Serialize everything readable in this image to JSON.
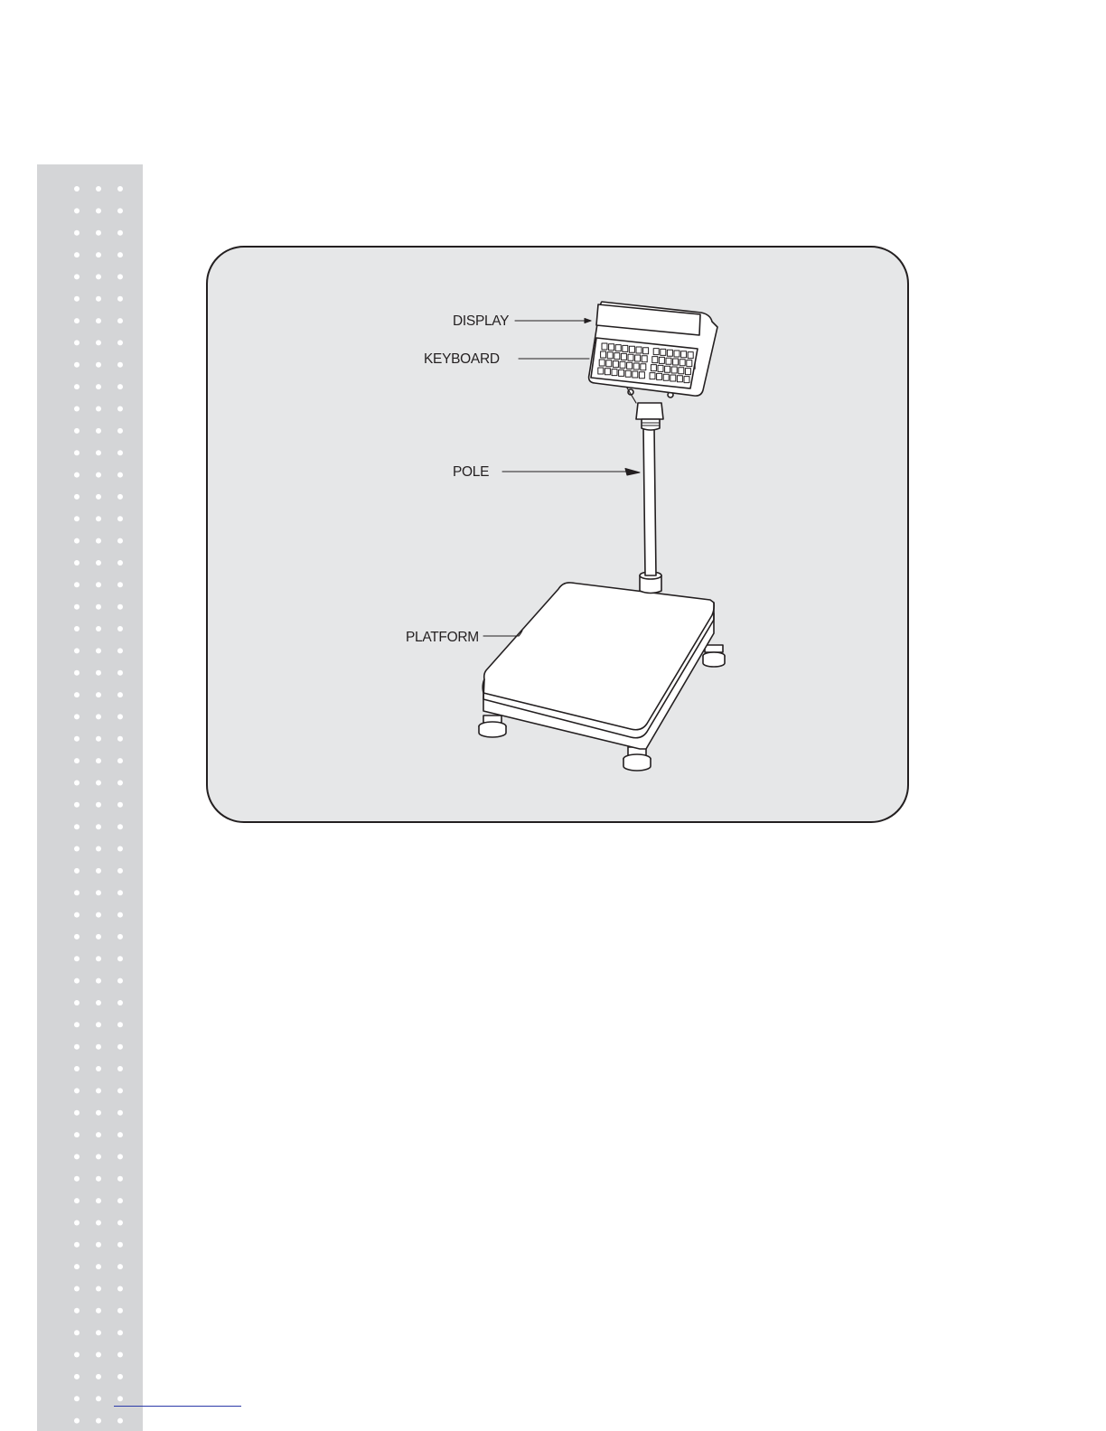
{
  "figure": {
    "labels": {
      "display": "DISPLAY",
      "keyboard": "KEYBOARD",
      "pole": "POLE",
      "platform": "PLATFORM"
    }
  },
  "colors": {
    "side_strip": "#d4d5d7",
    "panel_fill": "#e6e7e8",
    "line": "#231f20",
    "footer_rule": "#2b3aa8"
  }
}
